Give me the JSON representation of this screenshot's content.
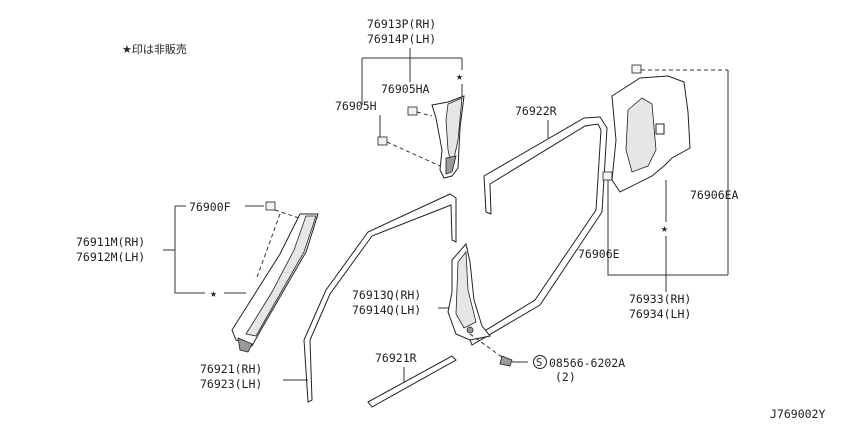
{
  "note": "★印は非販売",
  "star": "★",
  "labels": {
    "p76913P": "76913P(RH)",
    "p76914P": "76914P(LH)",
    "p76905HA": "76905HA",
    "p76905H": "76905H",
    "p76922R": "76922R",
    "p76906EA": "76906EA",
    "p76906E": "76906E",
    "p76933": "76933(RH)",
    "p76934": "76934(LH)",
    "p76900F": "76900F",
    "p76911M": "76911M(RH)",
    "p76912M": "76912M(LH)",
    "p76913Q": "76913Q(RH)",
    "p76914Q": "76914Q(LH)",
    "p76921R": "76921R",
    "p76921": "76921(RH)",
    "p76923": "76923(LH)",
    "screw": "08566-6202A",
    "screw_qty": "(2)",
    "screw_symbol": "S",
    "diagram_code": "J769002Y"
  }
}
